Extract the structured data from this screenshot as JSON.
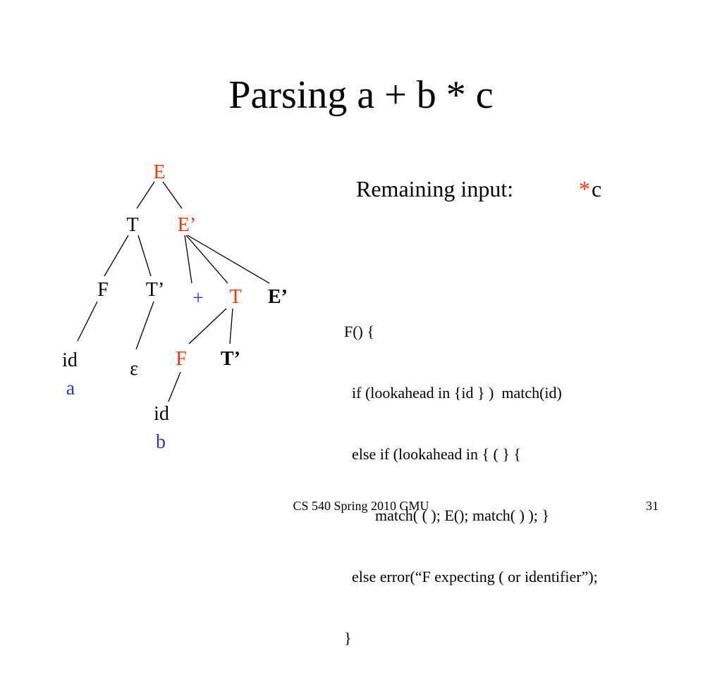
{
  "colors": {
    "text": "#000000",
    "highlight": "#ff3300",
    "input": "#3333cc",
    "line": "#000000"
  },
  "title": "Parsing a + b * c",
  "tree": {
    "nodes": [
      {
        "label": "E",
        "color": "highlight"
      },
      {
        "label": "T",
        "color": "text"
      },
      {
        "label": "E’",
        "color": "highlight"
      },
      {
        "label": "F",
        "color": "text"
      },
      {
        "label": "T’",
        "color": "text"
      },
      {
        "label": "+",
        "color": "input"
      },
      {
        "label": "T",
        "color": "highlight"
      },
      {
        "label": "E’",
        "color": "text",
        "bold": true
      },
      {
        "label": "id",
        "color": "text"
      },
      {
        "label": "a",
        "color": "input"
      },
      {
        "label": "ε",
        "color": "text"
      },
      {
        "label": "F",
        "color": "highlight"
      },
      {
        "label": "T’",
        "color": "text",
        "bold": true
      },
      {
        "label": "id",
        "color": "text"
      },
      {
        "label": "b",
        "color": "input"
      }
    ]
  },
  "remaining": {
    "label": "Remaining input:",
    "star": "*",
    "rest": "c"
  },
  "code": {
    "lines": [
      "F() {",
      "  if (lookahead in {id } )  match(id)",
      "  else if (lookahead in { ( } {",
      "        match( ( ); E(); match( ) ); }",
      "  else error(“F expecting ( or identifier”);",
      "}"
    ]
  },
  "footer": {
    "course": "CS 540 Spring 2010 GMU",
    "page": "31"
  }
}
